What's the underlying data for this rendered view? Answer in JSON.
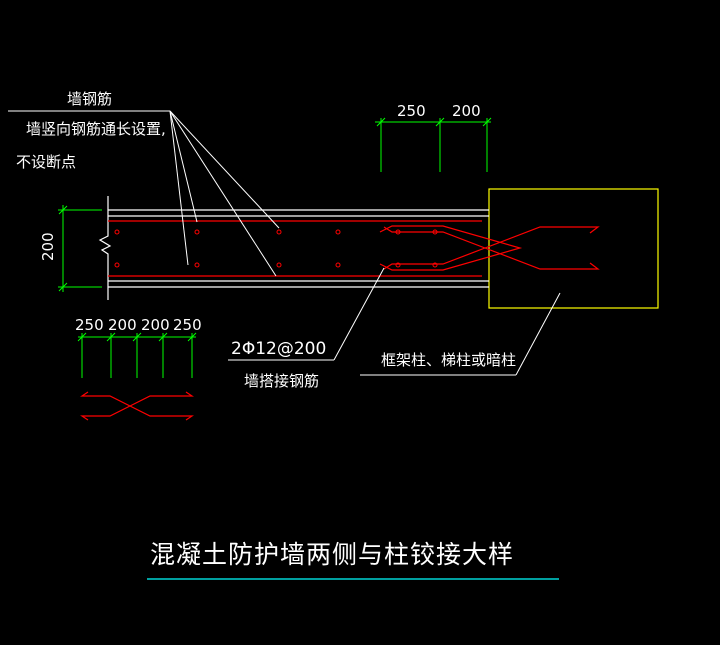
{
  "drawing": {
    "title": "混凝土防护墙两侧与柱铰接大样",
    "callouts": {
      "wall_rebar_title": "墙钢筋",
      "wall_rebar_note_line1": "墙竖向钢筋通长设置,",
      "wall_rebar_note_line2": "不设断点",
      "splice_spec": "2Φ12@200",
      "splice_name": "墙搭接钢筋",
      "column_note": "框架柱、梯柱或暗柱"
    },
    "dimensions": {
      "top_right": [
        "250",
        "200"
      ],
      "wall_thickness": "200",
      "bottom_left": [
        "250",
        "200",
        "200",
        "250"
      ]
    },
    "colors": {
      "background": "#000000",
      "outline": "#ffffff",
      "column": "#ffff00",
      "rebar": "#ff0000",
      "dimension": "#00ff00",
      "title_underline": "#00ffff"
    }
  }
}
